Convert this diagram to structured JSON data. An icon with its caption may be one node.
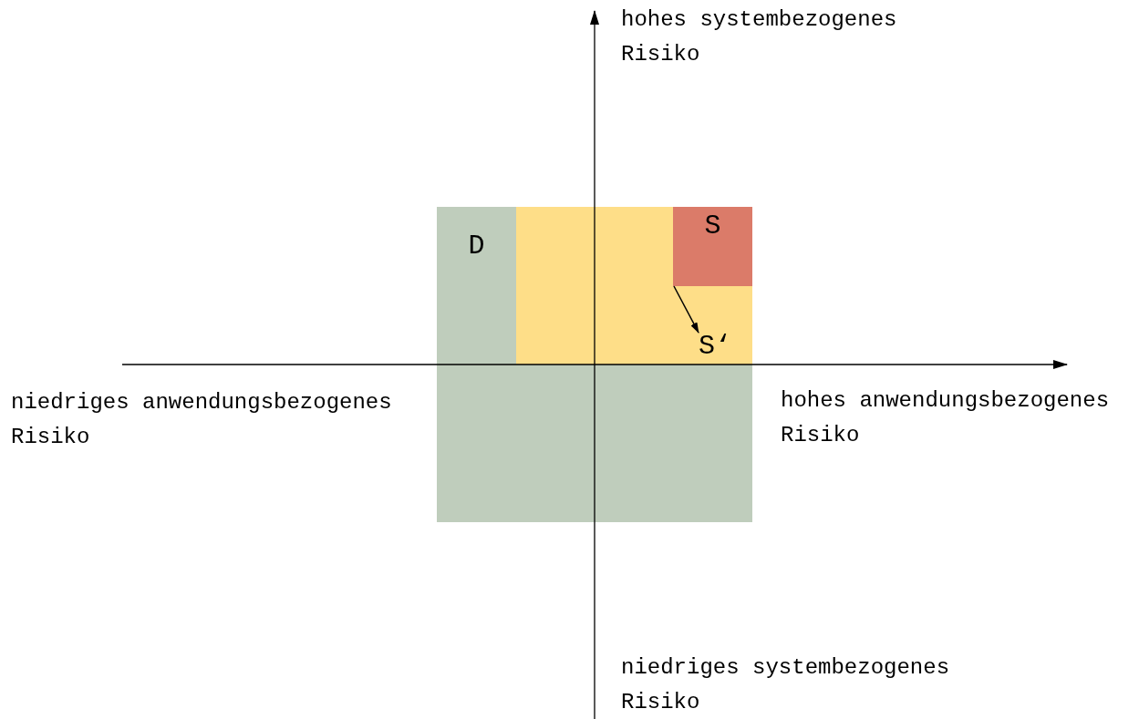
{
  "diagram": {
    "nodes": [
      {
        "text": [
          "D"
        ]
      },
      {
        "text": [],
        "shape": "box"
      },
      {
        "text": [
          "S"
        ],
        "in": 1
      },
      {
        "text": [
          "S‘"
        ],
        "in": 1
      },
      {
        "text": [],
        "shape": "box"
      }
    ],
    "edges": [
      {
        "from": 2,
        "to": 3,
        "arrow": "to"
      }
    ],
    "labels": [
      "hohes systembezogenes Risiko",
      "niedriges anwendungsbezogenes Risiko",
      "hohes anwendungsbezogenes Risiko",
      "niedriges systembezogenes Risiko"
    ]
  }
}
